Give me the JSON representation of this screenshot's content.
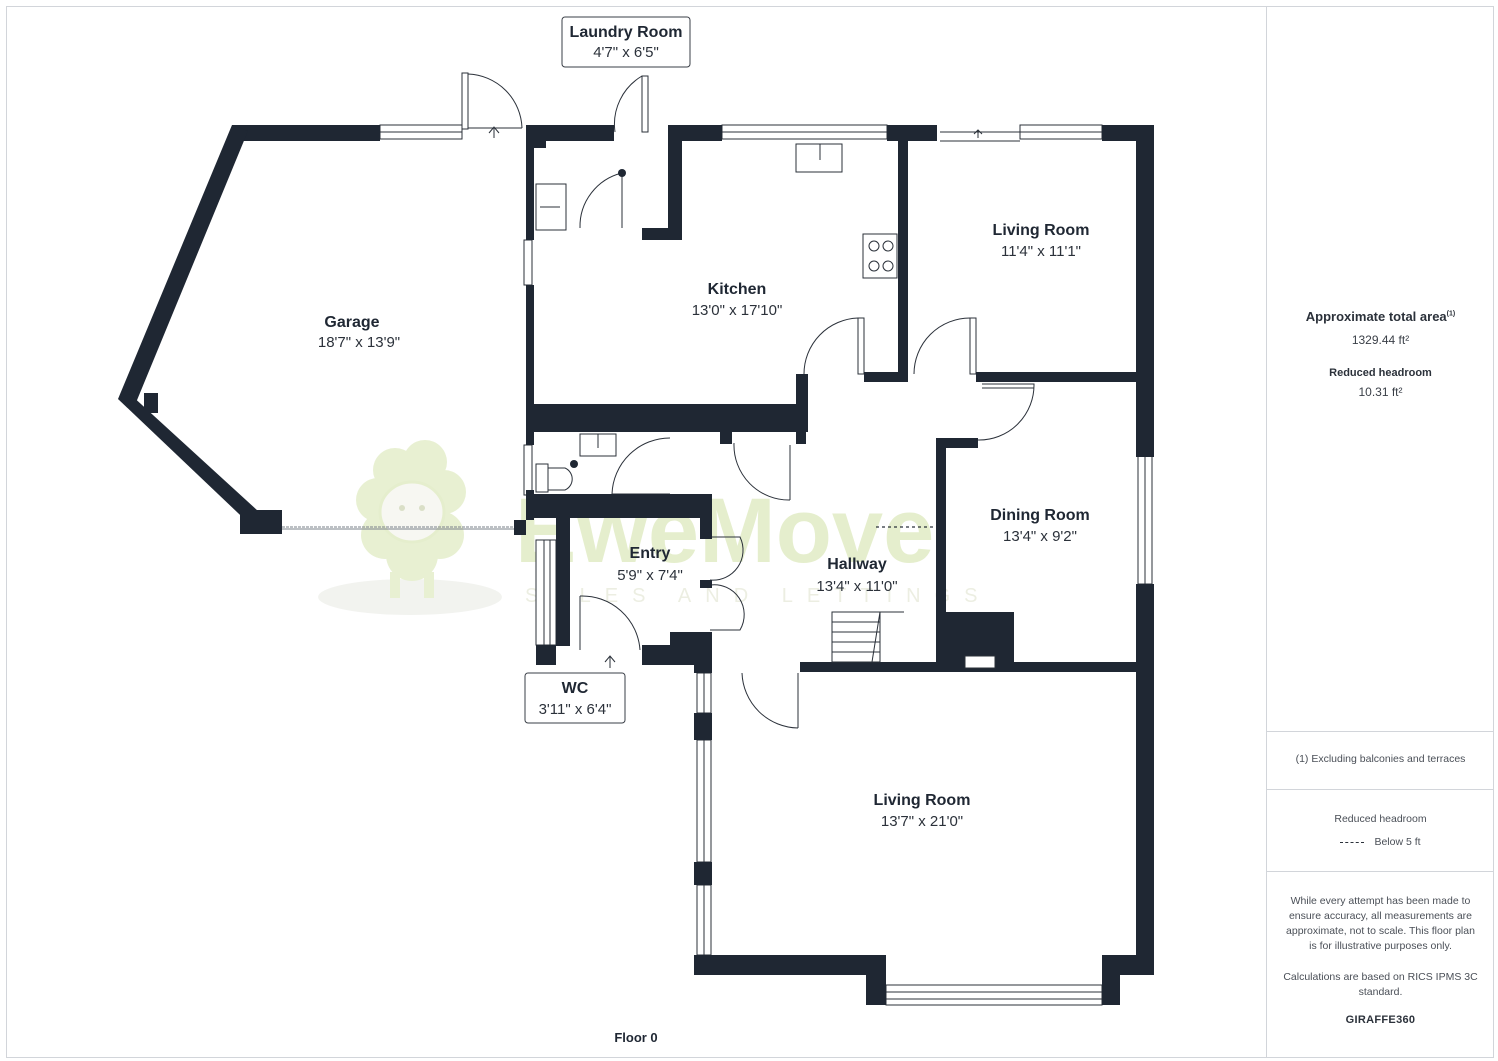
{
  "floor_label": "Floor 0",
  "rooms": {
    "laundry": {
      "name": "Laundry Room",
      "dim": "4'7\" x 6'5\""
    },
    "garage": {
      "name": "Garage",
      "dim": "18'7\" x 13'9\""
    },
    "kitchen": {
      "name": "Kitchen",
      "dim": "13'0\" x 17'10\""
    },
    "living_top": {
      "name": "Living Room",
      "dim": "11'4\" x 11'1\""
    },
    "dining": {
      "name": "Dining Room",
      "dim": "13'4\" x 9'2\""
    },
    "entry": {
      "name": "Entry",
      "dim": "5'9\" x 7'4\""
    },
    "hallway": {
      "name": "Hallway",
      "dim": "13'4\" x 11'0\""
    },
    "wc": {
      "name": "WC",
      "dim": "3'11\" x 6'4\""
    },
    "living_bottom": {
      "name": "Living Room",
      "dim": "13'7\" x 21'0\""
    }
  },
  "watermark": {
    "brand": "EweMove",
    "tagline": "SALES AND LETTINGS"
  },
  "sidebar": {
    "area_title": "Approximate total area",
    "area_sup": "(1)",
    "area_value": "1329.44 ft²",
    "headroom_title": "Reduced headroom",
    "headroom_value": "10.31 ft²",
    "footnote": "(1) Excluding balconies and terraces",
    "legend_title": "Reduced headroom",
    "legend_item": "Below 5 ft",
    "disclaimer": "While every attempt has been made to ensure accuracy, all measurements are approximate, not to scale. This floor plan is for illustrative purposes only.",
    "calc_note": "Calculations are based on RICS IPMS 3C standard.",
    "brand_prefix": "GIRAFFE",
    "brand_suffix": "360"
  }
}
